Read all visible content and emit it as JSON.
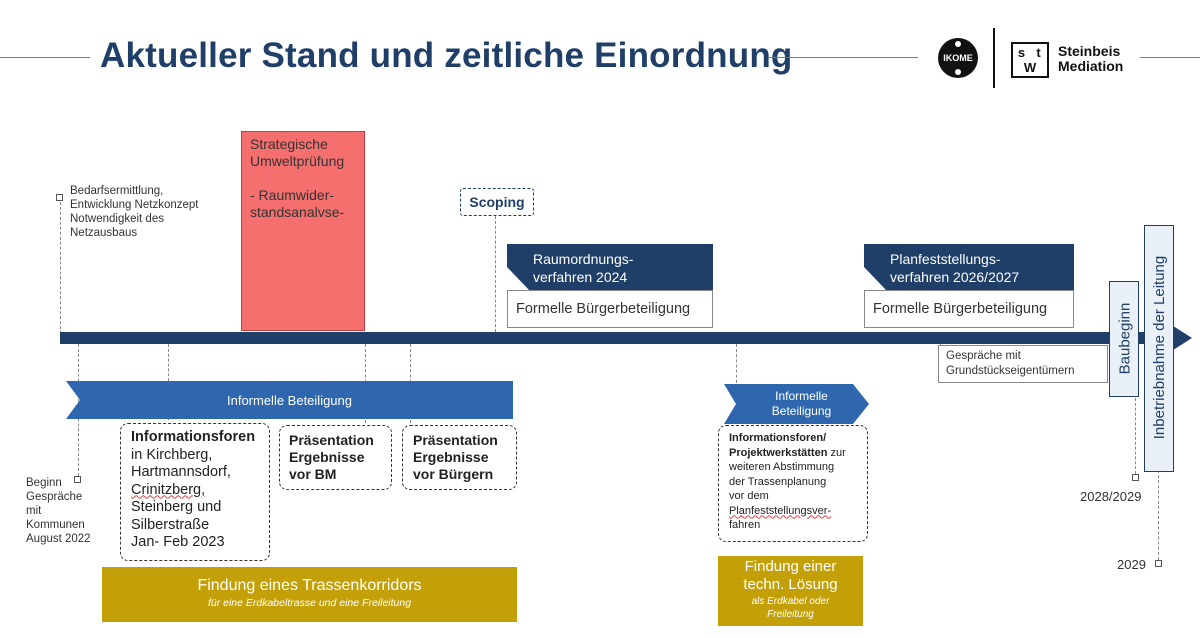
{
  "header": {
    "title": "Aktueller Stand und zeitliche Einordnung",
    "logo_ikome": "IKOME",
    "logo_stw_letters": [
      "s",
      "t",
      "W",
      ""
    ],
    "logo_stw_line1": "Steinbeis",
    "logo_stw_line2": "Mediation"
  },
  "top": {
    "bedarf": [
      "Bedarfsermittlung,",
      "Entwicklung Netzkonzept",
      "Notwendigkeit des",
      "Netzausbaus"
    ],
    "sup": {
      "line1": "Strategische",
      "line2": "Umweltprüfung",
      "line3": "- Raumwider-",
      "line4": "standsanalvse-"
    },
    "scoping": "Scoping",
    "rov": {
      "line1": "Raumordnungs-",
      "line2": "verfahren 2024",
      "sub": "Formelle Bürgerbeteiligung"
    },
    "pfv": {
      "line1": "Planfeststellungs-",
      "line2": "verfahren 2026/2027",
      "sub": "Formelle Bürgerbeteiligung"
    }
  },
  "bottom": {
    "beginn": [
      "Beginn",
      "Gespräche",
      "mit",
      "Kommunen",
      "August 2022"
    ],
    "informell1": "Informelle Beteiligung",
    "foren": {
      "title": "Informationsforen",
      "l1": "in Kirchberg,",
      "l2": "Hartmannsdorf,",
      "l3": "Crinitzberg,",
      "l4": "Steinberg und",
      "l5": "Silberstraße",
      "l6": "Jan- Feb 2023"
    },
    "praes_bm": [
      "Präsentation",
      "Ergebnisse",
      "vor BM"
    ],
    "praes_buerger": [
      "Präsentation",
      "Ergebnisse",
      "vor Bürgern"
    ],
    "trasse": {
      "title": "Findung eines Trassenkorridors",
      "sub": "für eine Erdkabeltrasse und eine Freileitung"
    },
    "informell2": [
      "Informelle",
      "Beteiligung"
    ],
    "werkstaetten": {
      "t1": "Informationsforen/",
      "t2": "Projektwerkstätten",
      "t2b": " zur",
      "l1": "weiteren Abstimmung",
      "l2": "der Trassenplanung",
      "l3": "vor dem",
      "l4": "Planfeststellungsver-",
      "l5": "fahren"
    },
    "techn": {
      "l1": "Findung einer",
      "l2": "techn. Lösung",
      "s1": "als Erdkabel oder",
      "s2": "Freileitung"
    },
    "gespraeche": [
      "Gespräche mit",
      "Grundstückseigentümern"
    ],
    "baubeginn": "Baubeginn",
    "inbetrieb": "Inbetriebnahme der Leitung",
    "year1": "2028/2029",
    "year2": "2029"
  }
}
